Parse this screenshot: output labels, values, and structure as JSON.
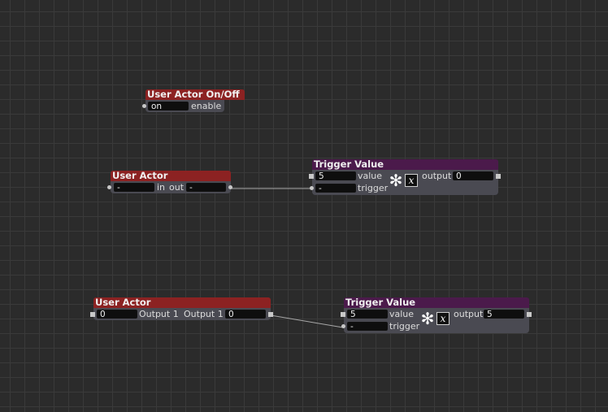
{
  "actors": {
    "onoff": {
      "title": "User Actor On/Off",
      "enable_value": "on",
      "enable_label": "enable"
    },
    "user_actor_1": {
      "title": "User Actor",
      "in_value": "-",
      "in_label": "in",
      "out_label": "out",
      "out_value": "-"
    },
    "trigger_value_1": {
      "title": "Trigger Value",
      "value_value": "5",
      "value_label": "value",
      "trigger_value": "-",
      "trigger_label": "trigger",
      "output_label": "output",
      "output_value": "0"
    },
    "user_actor_2": {
      "title": "User Actor",
      "in_value": "0",
      "in_label": "Output 1",
      "out_label": "Output 1",
      "out_value": "0"
    },
    "trigger_value_2": {
      "title": "Trigger Value",
      "value_value": "5",
      "value_label": "value",
      "trigger_value": "-",
      "trigger_label": "trigger",
      "output_label": "output",
      "output_value": "5"
    }
  },
  "icons": {
    "gear": "✻",
    "expression": "x"
  },
  "colors": {
    "user_actor_title": "#8c2222",
    "trigger_title": "#4b1a4b",
    "actor_body": "#4a4a52",
    "canvas": "#2b2b2b",
    "wire": "#a8a8a8"
  }
}
